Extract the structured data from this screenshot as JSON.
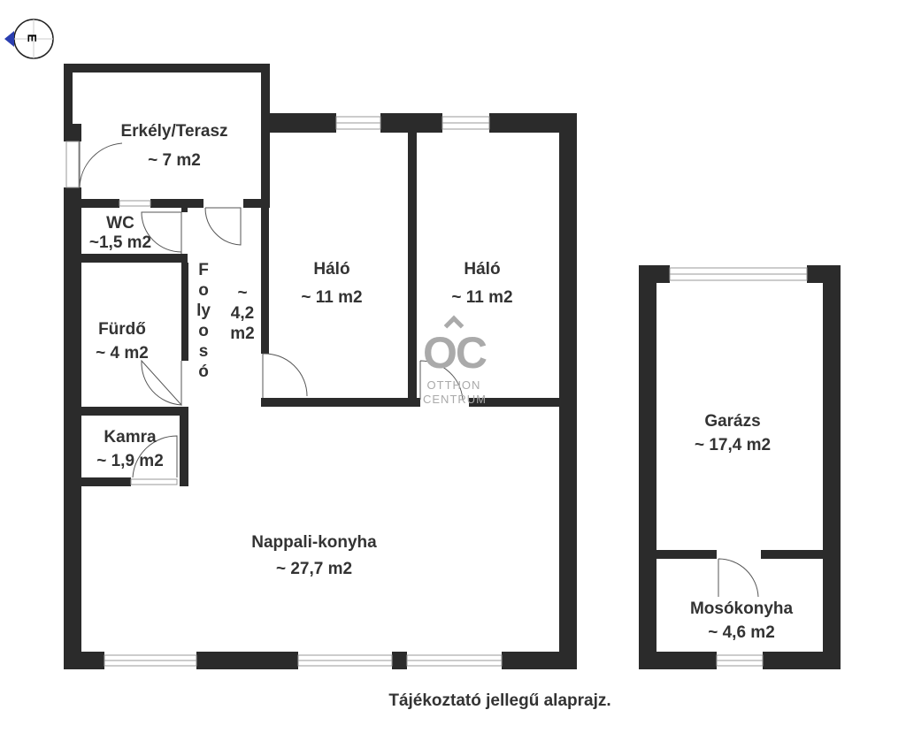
{
  "compass": {
    "direction": "E"
  },
  "rooms": [
    {
      "name": "Erkély/Terasz",
      "area": "~ 7 m2"
    },
    {
      "name": "WC",
      "area": "~1,5 m2"
    },
    {
      "name": "Fürdő",
      "area": "~ 4 m2"
    },
    {
      "name": "Kamra",
      "area": "~ 1,9 m2"
    },
    {
      "name": "Háló",
      "area": "~ 11 m2"
    },
    {
      "name": "Háló",
      "area": "~ 11 m2"
    },
    {
      "name": "Nappali-konyha",
      "area": "~  27,7 m2"
    },
    {
      "name": "Garázs",
      "area": "~ 17,4 m2"
    },
    {
      "name": "Mosókonyha",
      "area": "~ 4,6 m2"
    }
  ],
  "corridor": {
    "letters": [
      "F",
      "o",
      "ly",
      "o",
      "s",
      "ó"
    ],
    "area_lines": [
      "~",
      "4,2",
      "m2"
    ]
  },
  "logo": {
    "mark": "OC",
    "line1": "OTTHON",
    "line2": "CENTRUM"
  },
  "caption": "Tájékoztató jellegű alaprajz."
}
